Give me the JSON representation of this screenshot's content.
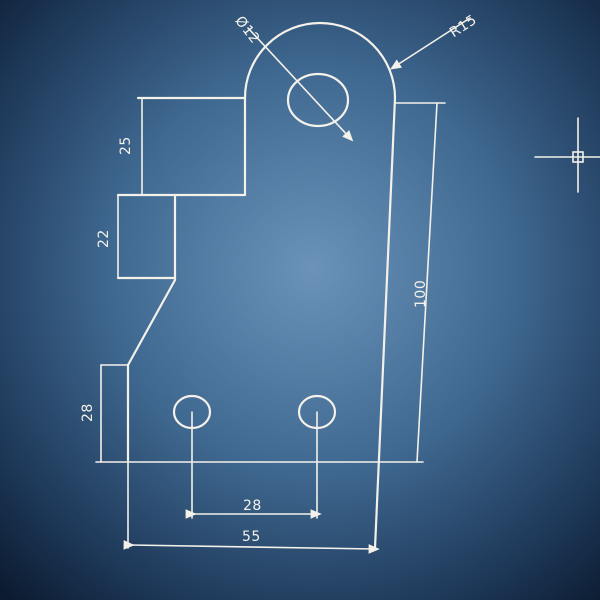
{
  "drawing": {
    "dimensions": {
      "hole_diameter": "Ø12",
      "top_radius": "R15",
      "height_upper_step": "25",
      "height_mid_step": "22",
      "height_right": "100",
      "height_lower_left": "28",
      "hole_spacing": "28",
      "base_width": "55"
    }
  },
  "colors": {
    "background_center": "#5f86ad",
    "background_edge": "#0d1d33",
    "line": "#f4f1ea"
  },
  "cursor": {
    "icon": "crosshair-cursor-icon"
  }
}
